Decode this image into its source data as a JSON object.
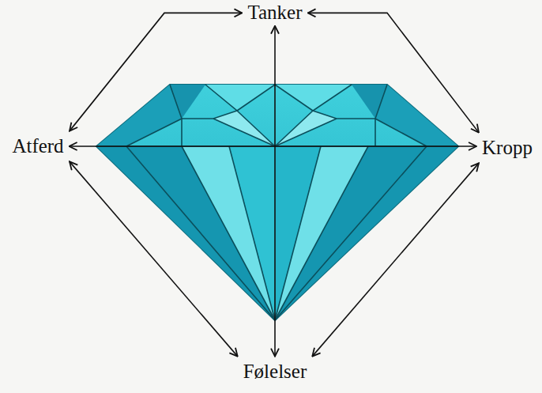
{
  "diagram": {
    "nodes": [
      {
        "text": [
          "Tanker"
        ]
      },
      {
        "text": [
          "Atferd"
        ]
      },
      {
        "text": [
          "Kropp"
        ]
      },
      {
        "text": [
          "Følelser"
        ]
      }
    ],
    "edges": [
      {
        "from": 0,
        "to": 1,
        "arrow": "both"
      },
      {
        "from": 0,
        "to": 2,
        "arrow": "both"
      },
      {
        "from": 1,
        "to": 3,
        "arrow": "both"
      },
      {
        "from": 2,
        "to": 3,
        "arrow": "both"
      },
      {
        "from": 1,
        "to": 2,
        "arrow": "both"
      },
      {
        "from": 0,
        "to": 3,
        "arrow": "both"
      }
    ]
  }
}
